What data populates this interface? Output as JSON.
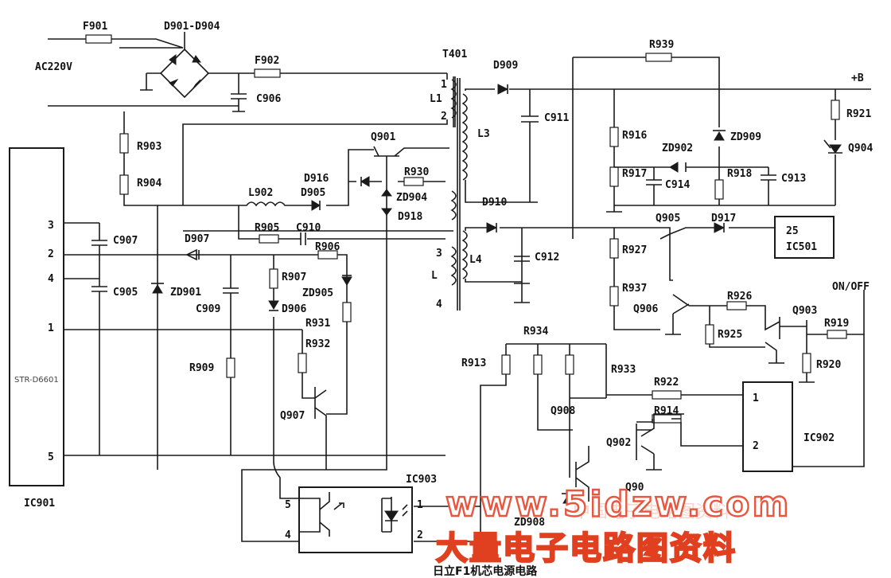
{
  "title": "日立F1机芯电源电路",
  "labels": {
    "F901": "F901",
    "D901_D904": "D901-D904",
    "AC220V": "AC220V",
    "F902": "F902",
    "T401": "T401",
    "C906": "C906",
    "L1": "L1",
    "pin_1": "1",
    "pin_2": "2",
    "D909": "D909",
    "R939": "R939",
    "plusB": "+B",
    "R921": "R921",
    "C911": "C911",
    "L3": "L3",
    "R916": "R916",
    "ZD909": "ZD909",
    "ZD902": "ZD902",
    "Q904": "Q904",
    "R917": "R917",
    "R918": "R918",
    "C914": "C914",
    "C913": "C913",
    "D910": "D910",
    "R903": "R903",
    "R904": "R904",
    "Q901": "Q901",
    "D916": "D916",
    "R930": "R930",
    "ZD904": "ZD904",
    "L902": "L902",
    "D905": "D905",
    "D918": "D918",
    "R905": "R905",
    "C910": "C910",
    "C907": "C907",
    "D907": "D907",
    "R906": "R906",
    "C905": "C905",
    "ZD901": "ZD901",
    "R907": "R907",
    "ZD905": "ZD905",
    "C909": "C909",
    "D906": "D906",
    "R931": "R931",
    "R932": "R932",
    "R909": "R909",
    "Q907": "Q907",
    "Q905": "Q905",
    "D917": "D917",
    "IC501_num": "25",
    "IC501": "IC501",
    "pin_3": "3",
    "L4": "L4",
    "L": "L",
    "pin_4": "4",
    "C912": "C912",
    "R927": "R927",
    "R937": "R937",
    "Q906": "Q906",
    "R926": "R926",
    "ON_OFF": "ON/OFF",
    "Q903": "Q903",
    "R925": "R925",
    "R919": "R919",
    "R920": "R920",
    "R934": "R934",
    "R913": "R913",
    "R933": "R933",
    "R922": "R922",
    "R914": "R914",
    "Q908": "Q908",
    "Q902": "Q902",
    "IC902": "IC902",
    "IC902_p1": "1",
    "IC902_p2": "2",
    "IC903": "IC903",
    "ZD908": "ZD908",
    "Q909": "Q90",
    "IC903_p5": "5",
    "IC903_p4": "4",
    "IC903_p1": "1",
    "IC903_p2": "2",
    "IC901": "IC901",
    "STR_D6601": "STR-D6601",
    "IC_pin3": "3",
    "IC_pin2": "2",
    "IC_pin4": "4",
    "IC_pin1": "1",
    "IC_pin5": "5"
  },
  "watermark": {
    "url": "www.5idzw.com",
    "cn": "大量电子电路图资料",
    "faint": "中国电子电路图资料"
  }
}
